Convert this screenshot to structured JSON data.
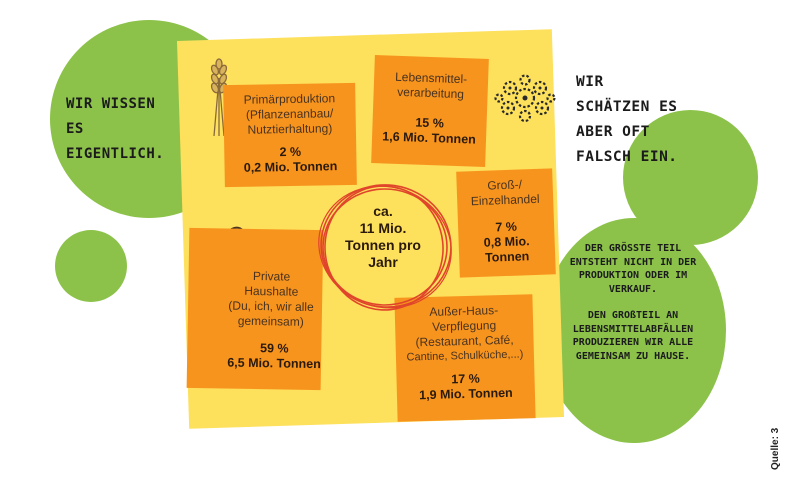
{
  "colors": {
    "green": "#8cc24a",
    "yellow": "#fde05c",
    "orange": "#f7941d",
    "ring": "#e0452b"
  },
  "headline_left": [
    "WIR WISSEN",
    "ES",
    "EIGENTLICH."
  ],
  "headline_right": [
    "WIR",
    "SCHÄTZEN ES",
    "ABER OFT",
    "FALSCH EIN."
  ],
  "center": [
    "ca.",
    "11 Mio.",
    "Tonnen pro",
    "Jahr"
  ],
  "sectors": {
    "primary": {
      "title": [
        "Primärproduktion",
        "(Pflanzenanbau/",
        "Nutztierhaltung)"
      ],
      "percent": "2 %",
      "mass": "0,2 Mio. Tonnen"
    },
    "processing": {
      "title": [
        "Lebensmittel-",
        "verarbeitung"
      ],
      "percent": "15 %",
      "mass": "1,6 Mio. Tonnen"
    },
    "trade": {
      "title": [
        "Groß-/",
        "Einzelhandel"
      ],
      "percent": "7 %",
      "mass": [
        "0,8 Mio.",
        "Tonnen"
      ]
    },
    "households": {
      "title": [
        "Private Haushalte",
        "(Du, ich, wir alle",
        "gemeinsam)"
      ],
      "percent": "59 %",
      "mass": "6,5 Mio. Tonnen"
    },
    "outofhome": {
      "title": [
        "Außer-Haus-",
        "Verpflegung",
        "(Restaurant, Café,",
        "Cantine, Schulküche,...)"
      ],
      "percent": "17 %",
      "mass": "1,9 Mio. Tonnen"
    }
  },
  "note": [
    "DER GRÖSSTE TEIL",
    "ENTSTEHT NICHT IN DER",
    "PRODUKTION ODER IM",
    "VERKAUF.",
    "",
    "DEN GROßTEIL AN",
    "LEBENSMITTELABFÄLLEN",
    "PRODUZIEREN WIR ALLE",
    "GEMEINSAM ZU HAUSE."
  ],
  "source": "Quelle: 3",
  "icons": {
    "wheat": "wheat-icon",
    "gears": "gears-icon",
    "spoon": "spoon-icon"
  }
}
